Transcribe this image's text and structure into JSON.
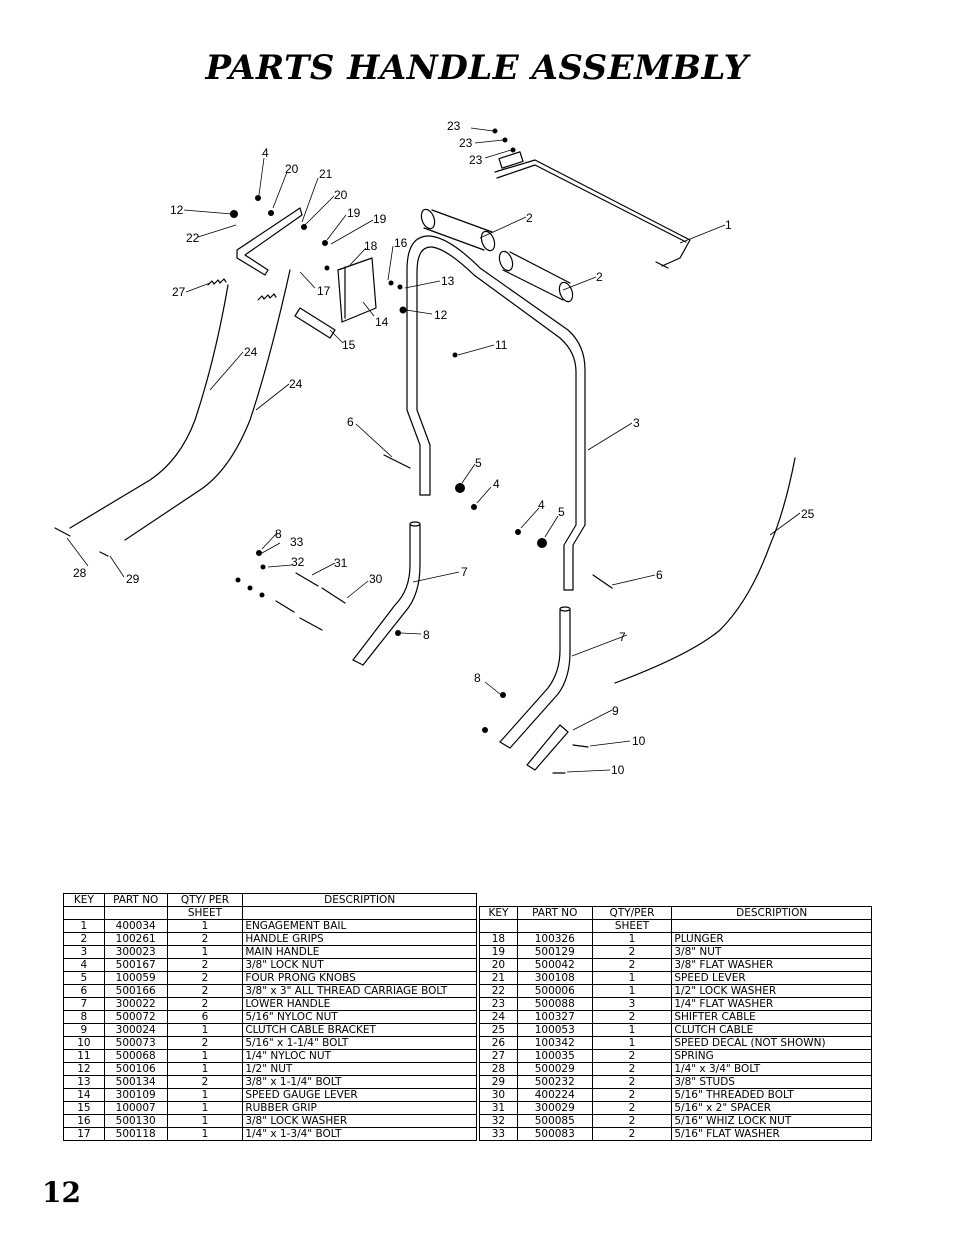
{
  "page_title": "PARTS HANDLE ASSEMBLY",
  "page_number": "12",
  "callouts": {
    "c1": "1",
    "c2a": "2",
    "c2b": "2",
    "c3": "3",
    "c4a": "4",
    "c4b": "4",
    "c4c": "4",
    "c5a": "5",
    "c5b": "5",
    "c6a": "6",
    "c6b": "6",
    "c7a": "7",
    "c7b": "7",
    "c8a": "8",
    "c8b": "8",
    "c8c": "8",
    "c9": "9",
    "c10a": "10",
    "c10b": "10",
    "c11": "11",
    "c12a": "12",
    "c12b": "12",
    "c13": "13",
    "c14": "14",
    "c15": "15",
    "c16": "16",
    "c17": "17",
    "c18": "18",
    "c19a": "19",
    "c19b": "19",
    "c20a": "20",
    "c20b": "20",
    "c21": "21",
    "c22": "22",
    "c23a": "23",
    "c23b": "23",
    "c23c": "23",
    "c24a": "24",
    "c24b": "24",
    "c25": "25",
    "c27": "27",
    "c28": "28",
    "c29": "29",
    "c30": "30",
    "c31": "31",
    "c32": "32",
    "c33": "33"
  },
  "parts_table_left": {
    "headers": {
      "key": "KEY",
      "part_no": "PART NO",
      "qty_line1": "QTY/ PER",
      "qty_line2": "SHEET",
      "description": "DESCRIPTION"
    },
    "rows": [
      {
        "key": "1",
        "part_no": "400034",
        "qty": "1",
        "description": "ENGAGEMENT BAIL"
      },
      {
        "key": "2",
        "part_no": "100261",
        "qty": "2",
        "description": "HANDLE GRIPS"
      },
      {
        "key": "3",
        "part_no": "300023",
        "qty": "1",
        "description": "MAIN HANDLE"
      },
      {
        "key": "4",
        "part_no": "500167",
        "qty": "2",
        "description": "3/8\" LOCK NUT"
      },
      {
        "key": "5",
        "part_no": "100059",
        "qty": "2",
        "description": "FOUR PRONG KNOBS"
      },
      {
        "key": "6",
        "part_no": "500166",
        "qty": "2",
        "description": "3/8\" x 3\" ALL THREAD CARRIAGE BOLT"
      },
      {
        "key": "7",
        "part_no": "300022",
        "qty": "2",
        "description": "LOWER HANDLE"
      },
      {
        "key": "8",
        "part_no": "500072",
        "qty": "6",
        "description": "5/16\" NYLOC NUT"
      },
      {
        "key": "9",
        "part_no": "300024",
        "qty": "1",
        "description": "CLUTCH CABLE BRACKET"
      },
      {
        "key": "10",
        "part_no": "500073",
        "qty": "2",
        "description": "5/16\" x 1-1/4\" BOLT"
      },
      {
        "key": "11",
        "part_no": "500068",
        "qty": "1",
        "description": "1/4\" NYLOC NUT"
      },
      {
        "key": "12",
        "part_no": "500106",
        "qty": "1",
        "description": "1/2\" NUT"
      },
      {
        "key": "13",
        "part_no": "500134",
        "qty": "2",
        "description": "3/8\" x 1-1/4\" BOLT"
      },
      {
        "key": "14",
        "part_no": "300109",
        "qty": "1",
        "description": "SPEED GAUGE LEVER"
      },
      {
        "key": "15",
        "part_no": "100007",
        "qty": "1",
        "description": "RUBBER GRIP"
      },
      {
        "key": "16",
        "part_no": "500130",
        "qty": "1",
        "description": "3/8\" LOCK WASHER"
      },
      {
        "key": "17",
        "part_no": "500118",
        "qty": "1",
        "description": "1/4\" x 1-3/4\" BOLT"
      }
    ]
  },
  "parts_table_right": {
    "headers": {
      "key": "KEY",
      "part_no": "PART NO",
      "qty_line1": "QTY/PER",
      "qty_line2": "SHEET",
      "description": "DESCRIPTION"
    },
    "rows": [
      {
        "key": "18",
        "part_no": "100326",
        "qty": "1",
        "description": "PLUNGER"
      },
      {
        "key": "19",
        "part_no": "500129",
        "qty": "2",
        "description": "3/8\" NUT"
      },
      {
        "key": "20",
        "part_no": "500042",
        "qty": "2",
        "description": "3/8\" FLAT WASHER"
      },
      {
        "key": "21",
        "part_no": "300108",
        "qty": "1",
        "description": "SPEED LEVER"
      },
      {
        "key": "22",
        "part_no": "500006",
        "qty": "1",
        "description": "1/2\" LOCK WASHER"
      },
      {
        "key": "23",
        "part_no": "500088",
        "qty": "3",
        "description": "1/4\" FLAT WASHER"
      },
      {
        "key": "24",
        "part_no": "100327",
        "qty": "2",
        "description": "SHIFTER CABLE"
      },
      {
        "key": "25",
        "part_no": "100053",
        "qty": "1",
        "description": "CLUTCH CABLE"
      },
      {
        "key": "26",
        "part_no": "100342",
        "qty": "1",
        "description": "SPEED DECAL (NOT SHOWN)"
      },
      {
        "key": "27",
        "part_no": "100035",
        "qty": "2",
        "description": "SPRING"
      },
      {
        "key": "28",
        "part_no": "500029",
        "qty": "2",
        "description": "1/4\" x 3/4\" BOLT"
      },
      {
        "key": "29",
        "part_no": "500232",
        "qty": "2",
        "description": "3/8\" STUDS"
      },
      {
        "key": "30",
        "part_no": "400224",
        "qty": "2",
        "description": "5/16\" THREADED BOLT"
      },
      {
        "key": "31",
        "part_no": "300029",
        "qty": "2",
        "description": "5/16\" x 2\" SPACER"
      },
      {
        "key": "32",
        "part_no": "500085",
        "qty": "2",
        "description": "5/16\" WHIZ LOCK NUT"
      },
      {
        "key": "33",
        "part_no": "500083",
        "qty": "2",
        "description": "5/16\" FLAT WASHER"
      }
    ]
  }
}
